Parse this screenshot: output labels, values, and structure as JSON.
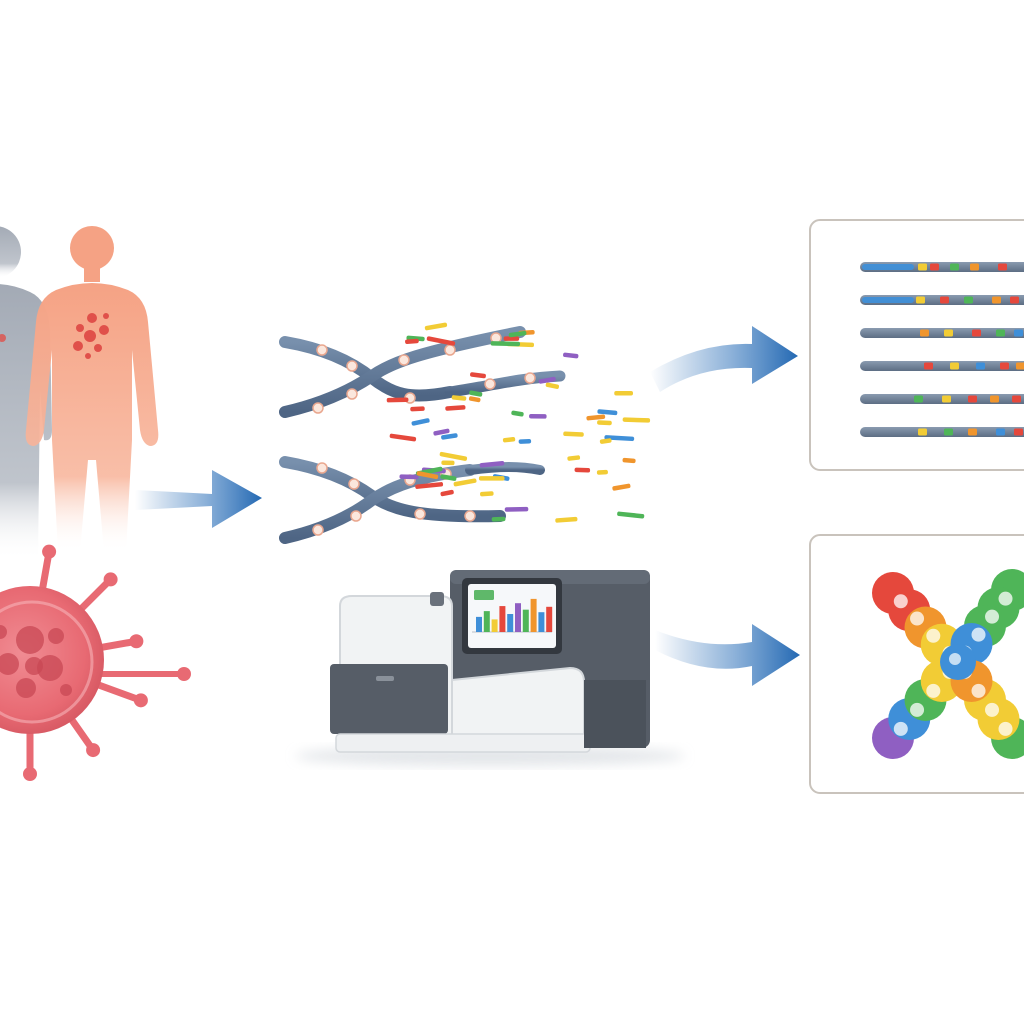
{
  "colors": {
    "background": "#ffffff",
    "person_gray": "#a3aab5",
    "person_salmon": "#f5a284",
    "lesion_red": "#e0504a",
    "cell_pink": "#e86a73",
    "cell_dark": "#c84854",
    "arrow_blue": "#2469b3",
    "dna_strand": "#5f7796",
    "panel_border": "#c9c3bc",
    "sequencer_dark": "#565d67",
    "sequencer_light": "#f1f3f4"
  },
  "fragment_palette": [
    "#e5483c",
    "#f0952d",
    "#f2cc35",
    "#4fb558",
    "#3f8fd8",
    "#8f5fc2"
  ],
  "icons": [
    "human-figure-icon",
    "cancer-cell-icon",
    "dna-fragment-icon",
    "sequencer-icon",
    "sequence-read-icon",
    "chromosome-icon"
  ],
  "panels": {
    "reads": {
      "read_count": 6
    },
    "chromosome": {
      "bead_colors": [
        "#e5483c",
        "#f0952d",
        "#f2cc35",
        "#4fb558",
        "#3f8fd8",
        "#8f5fc2"
      ]
    }
  },
  "screen_bars": [
    {
      "color": "#3f8fd8",
      "level": 0.42
    },
    {
      "color": "#4fb558",
      "level": 0.58
    },
    {
      "color": "#f2cc35",
      "level": 0.35
    },
    {
      "color": "#e5483c",
      "level": 0.72
    },
    {
      "color": "#3f8fd8",
      "level": 0.5
    },
    {
      "color": "#8f5fc2",
      "level": 0.8
    },
    {
      "color": "#4fb558",
      "level": 0.62
    },
    {
      "color": "#f0952d",
      "level": 0.92
    },
    {
      "color": "#3f8fd8",
      "level": 0.55
    },
    {
      "color": "#e5483c",
      "level": 0.7
    }
  ]
}
